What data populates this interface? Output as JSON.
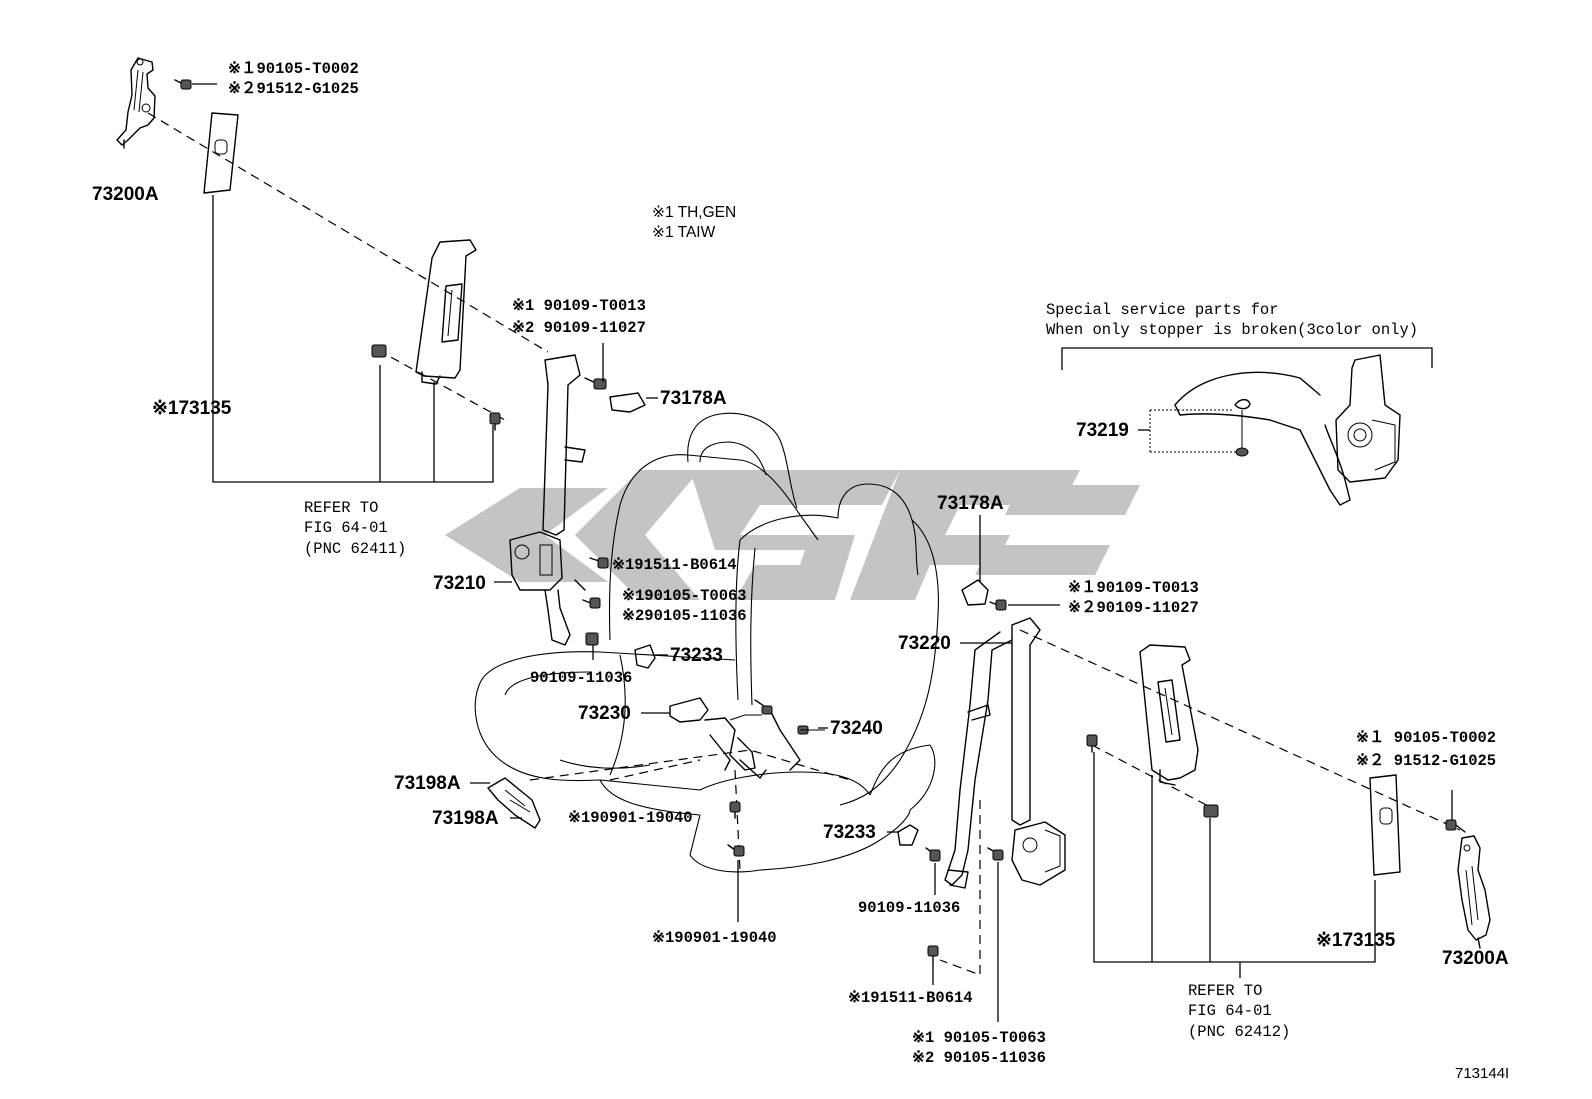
{
  "title": "",
  "labels": {
    "p73200a_left": "73200A",
    "p73200a_right": "73200A",
    "p73135_left": "※173135",
    "p73135_right": "※173135",
    "p73178a_left": "73178A",
    "p73178a_right": "73178A",
    "p73210": "73210",
    "p73220": "73220",
    "p73233_left": "73233",
    "p73233_right": "73233",
    "p73230": "73230",
    "p73240": "73240",
    "p73198a_upper": "73198A",
    "p73198a_lower": "73198A",
    "p73219": "73219"
  },
  "bolts": {
    "tl_1": "※１90105-T0002",
    "tl_2": "※２91512-G1025",
    "mid_1": "※1 90109-T0013",
    "mid_2": "※2 90109-11027",
    "b191511_left": "※191511-B0614",
    "b90105_left_1": "※190105-T0063",
    "b90105_left_2": "※290105-11036",
    "b90109_11036_left": "90109-11036",
    "b190901_a": "※190901-19040",
    "b190901_b": "※190901-19040",
    "r_1": "※１90109-T0013",
    "r_2": "※２90109-11027",
    "b90109_11036_right": "90109-11036",
    "b191511_right": "※191511-B0614",
    "b90105_right_1": "※1 90105-T0063",
    "b90105_right_2": "※2 90105-11036",
    "br_1": "※１ 90105-T0002",
    "br_2": "※２ 91512-G1025"
  },
  "notes": {
    "cond_1": "※1 TH,GEN",
    "cond_2": "※1 TAIW",
    "special_1": "Special service parts for",
    "special_2": "When only stopper is broken(3color only)"
  },
  "refs": {
    "left_1": "REFER TO",
    "left_2": "FIG 64-01",
    "left_3": "(PNC 62411)",
    "right_1": "REFER TO",
    "right_2": "FIG 64-01",
    "right_3": "(PNC 62412)"
  },
  "figure_id": "713144I",
  "watermark_color": "#c4c4c4"
}
